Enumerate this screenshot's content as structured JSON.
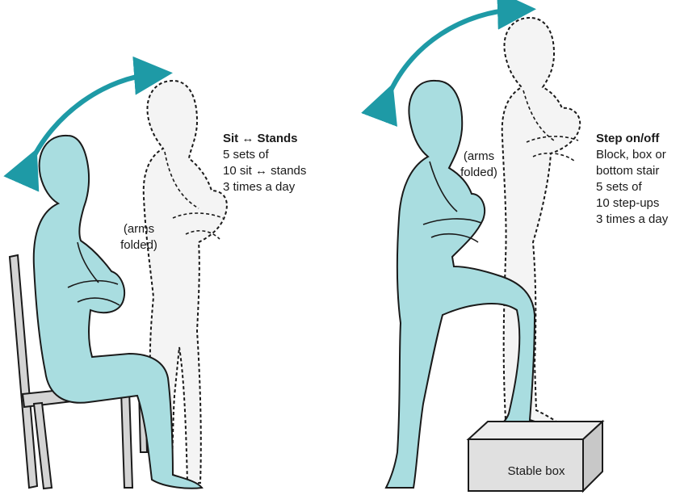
{
  "sit_stand": {
    "title": "Sit ↔ Stands",
    "lines": [
      "5 sets of",
      "10 sit ↔ stands",
      "3 times a day"
    ],
    "arms_note_1": "(arms",
    "arms_note_2": "folded)"
  },
  "step": {
    "title": "Step on/off",
    "lines": [
      "Block, box or",
      "bottom stair",
      "5 sets of",
      "10 step-ups",
      "3 times a day"
    ],
    "arms_note_1": "(arms",
    "arms_note_2": "folded)",
    "box_label": "Stable box"
  },
  "colors": {
    "figure_fill": "#a9dde0",
    "figure_stroke": "#1a1a1a",
    "ghost_fill": "#f4f4f4",
    "arrow": "#1e9aa6",
    "chair": "#d4d4d4",
    "box": "#e0e0e0"
  }
}
